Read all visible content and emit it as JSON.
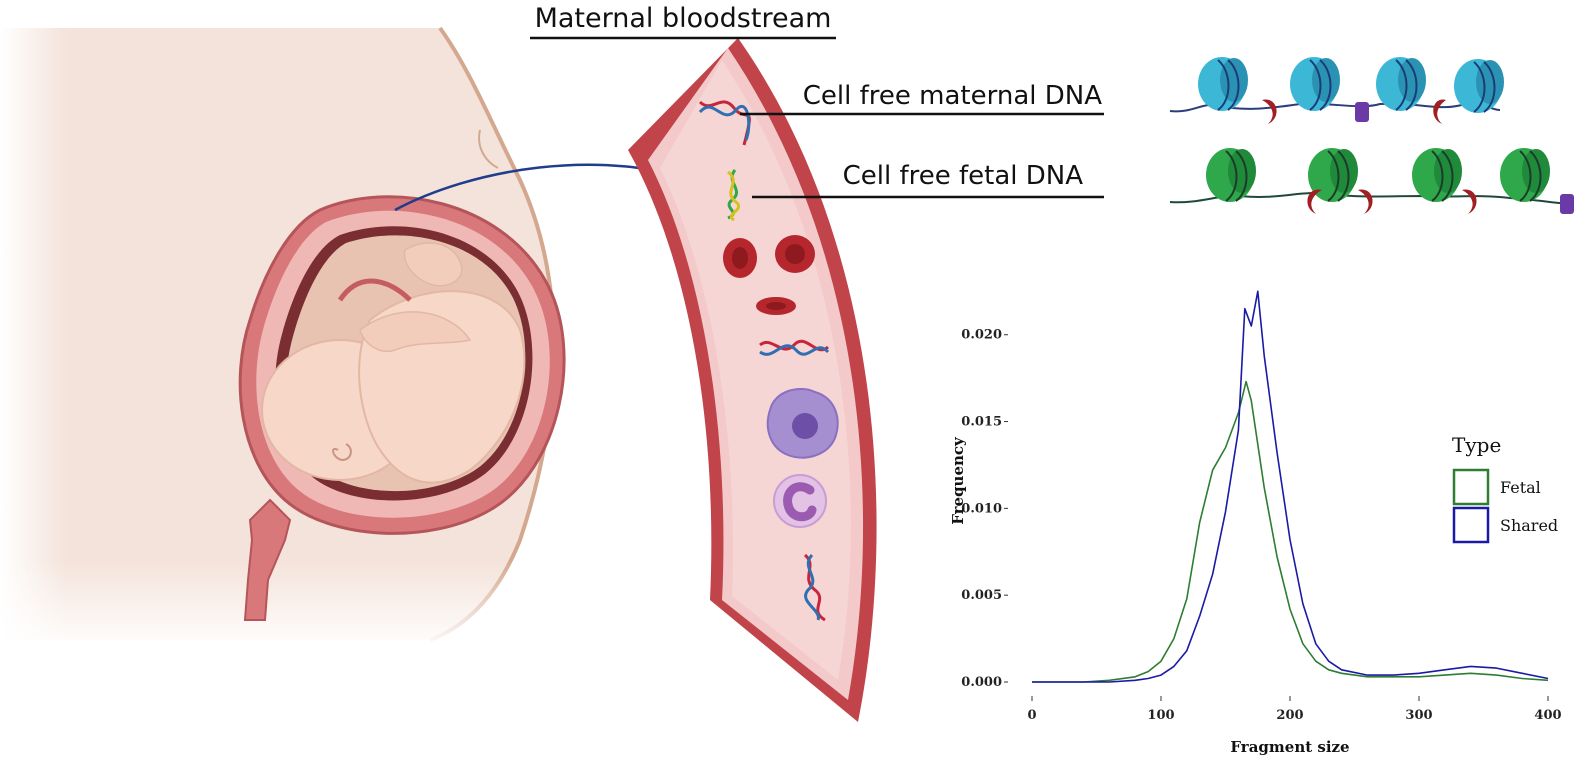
{
  "diagram": {
    "title": "Maternal bloodstream",
    "labels": {
      "maternal_dna": "Cell free maternal DNA",
      "fetal_dna": "Cell free fetal DNA"
    }
  },
  "colors": {
    "fetal": "#2e7d32",
    "shared": "#1a1aa6",
    "nucleosome_maternal": "#3cb8d6",
    "nucleosome_fetal": "#2ea84a",
    "vessel_wall": "#c0444a",
    "vessel_lumen": "#f3c9c9"
  },
  "chart_data": {
    "type": "line",
    "xlabel": "Fragment size",
    "ylabel": "Frequency",
    "xlim": [
      0,
      400
    ],
    "ylim": [
      0,
      0.022
    ],
    "x_ticks": [
      "0",
      "100",
      "200",
      "300",
      "400"
    ],
    "y_ticks": [
      "0.000",
      "0.005",
      "0.010",
      "0.015",
      "0.020"
    ],
    "legend": {
      "title": "Type",
      "position": "right"
    },
    "series": [
      {
        "name": "Fetal",
        "color": "#2e7d32",
        "x": [
          0,
          40,
          60,
          80,
          90,
          100,
          110,
          120,
          130,
          140,
          150,
          160,
          166,
          170,
          180,
          190,
          200,
          210,
          220,
          230,
          240,
          260,
          280,
          300,
          320,
          340,
          360,
          380,
          400
        ],
        "y": [
          0.0,
          0.0,
          0.0001,
          0.0003,
          0.0006,
          0.0012,
          0.0025,
          0.0048,
          0.0092,
          0.0122,
          0.0135,
          0.0155,
          0.0173,
          0.0162,
          0.0112,
          0.0072,
          0.0042,
          0.0022,
          0.0012,
          0.0007,
          0.0005,
          0.0003,
          0.0003,
          0.0003,
          0.0004,
          0.0005,
          0.0004,
          0.0002,
          0.0001
        ]
      },
      {
        "name": "Shared",
        "color": "#1a1aa6",
        "x": [
          0,
          60,
          80,
          90,
          100,
          110,
          120,
          130,
          140,
          150,
          160,
          165,
          170,
          175,
          180,
          190,
          200,
          210,
          220,
          230,
          240,
          260,
          280,
          300,
          320,
          340,
          360,
          380,
          400
        ],
        "y": [
          0.0,
          0.0,
          0.0001,
          0.0002,
          0.0004,
          0.0009,
          0.0018,
          0.0038,
          0.0062,
          0.0098,
          0.0145,
          0.0215,
          0.0205,
          0.0225,
          0.0188,
          0.0132,
          0.0082,
          0.0045,
          0.0022,
          0.0012,
          0.0007,
          0.0004,
          0.0004,
          0.0005,
          0.0007,
          0.0009,
          0.0008,
          0.0005,
          0.0002
        ]
      }
    ]
  }
}
